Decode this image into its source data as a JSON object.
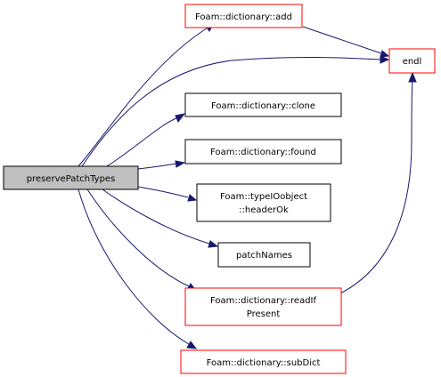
{
  "diagram": {
    "type": "call-graph",
    "colors": {
      "root_fill": "#bfbfbf",
      "root_stroke": "#000000",
      "normal_stroke": "#000000",
      "truncated_stroke": "#ff0000",
      "edge": "#191970"
    },
    "nodes": [
      {
        "id": "root",
        "lines": [
          "preservePatchTypes"
        ],
        "style": "root"
      },
      {
        "id": "add",
        "lines": [
          "Foam::dictionary::add"
        ],
        "style": "truncated"
      },
      {
        "id": "endl",
        "lines": [
          "endl"
        ],
        "style": "truncated"
      },
      {
        "id": "clone",
        "lines": [
          "Foam::dictionary::clone"
        ],
        "style": "normal"
      },
      {
        "id": "found",
        "lines": [
          "Foam::dictionary::found"
        ],
        "style": "normal"
      },
      {
        "id": "headerOk",
        "lines": [
          "Foam::typeIOobject",
          "::headerOk"
        ],
        "style": "normal"
      },
      {
        "id": "patchNames",
        "lines": [
          "patchNames"
        ],
        "style": "normal"
      },
      {
        "id": "readIfPresent",
        "lines": [
          "Foam::dictionary::readIf",
          "Present"
        ],
        "style": "truncated"
      },
      {
        "id": "subDict",
        "lines": [
          "Foam::dictionary::subDict"
        ],
        "style": "truncated"
      }
    ],
    "edges": [
      {
        "from": "root",
        "to": "add"
      },
      {
        "from": "root",
        "to": "endl"
      },
      {
        "from": "root",
        "to": "clone"
      },
      {
        "from": "root",
        "to": "found"
      },
      {
        "from": "root",
        "to": "headerOk"
      },
      {
        "from": "root",
        "to": "patchNames"
      },
      {
        "from": "root",
        "to": "readIfPresent"
      },
      {
        "from": "root",
        "to": "subDict"
      },
      {
        "from": "add",
        "to": "endl"
      },
      {
        "from": "readIfPresent",
        "to": "endl"
      }
    ]
  }
}
